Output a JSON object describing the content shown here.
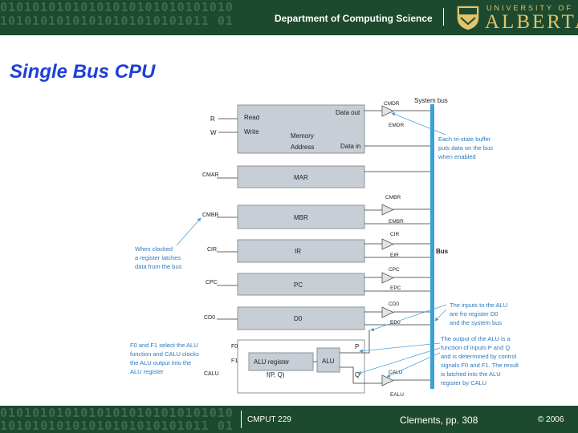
{
  "header": {
    "binary_top": "01010101010101010101010101010",
    "binary_bottom": "10101010101010101010101011 01",
    "department": "Department of Computing Science",
    "univ_line": "UNIVERSITY OF",
    "univ_name": "ALBERTA"
  },
  "slide": {
    "title": "Single Bus CPU"
  },
  "diagram": {
    "memory": {
      "read": "Read",
      "write": "Write",
      "name": "Memory",
      "address": "Address",
      "data_out": "Data out",
      "data_in": "Data in"
    },
    "signals": {
      "r": "R",
      "w": "W",
      "system_bus": "System bus",
      "bus": "Bus",
      "p": "P",
      "q": "Q",
      "f0": "F0",
      "f1": "F1"
    },
    "registers": {
      "mar": "MAR",
      "mbr": "MBR",
      "ir": "IR",
      "pc": "PC",
      "d0": "D0",
      "c_mar": "CMAR",
      "c_mbr": "CMBR",
      "c_ir": "CIR",
      "c_pc": "CPC",
      "c_d0": "CD0",
      "c_alu": "CALU"
    },
    "buffers": {
      "c_mdr": "CMDR",
      "e_mdr": "EMDR",
      "c_mbr2": "CMBR",
      "e_mbr": "EMBR",
      "c_ir2": "CIR",
      "e_ir": "EIR",
      "c_pc2": "CPC",
      "e_pc": "EPC",
      "c_d02": "CD0",
      "e_d0": "ED0",
      "c_alu2": "CALU",
      "e_alu": "EALU"
    },
    "alu": {
      "reg": "ALU register",
      "alu": "ALU",
      "func": "f(P, Q)"
    },
    "notes": {
      "tristate": [
        "Each tri-state buffer",
        "puts data on the bus",
        "when enabled"
      ],
      "clocked": [
        "When clocked",
        "a register latches",
        "data from the bus"
      ],
      "inputs": [
        "The inputs to the ALU",
        "are fro register D0",
        "and the system bus"
      ],
      "output": [
        "The output of the ALU is a",
        "function of inputs P and Q",
        "and is determined by control",
        "signals F0 and F1. The result",
        "is latched into the ALU",
        "register by CALU"
      ],
      "select": [
        "F0 and F1 select the ALU",
        "function and CALU clocks",
        "the ALU output into the",
        "ALU register"
      ]
    }
  },
  "footer": {
    "course": "CMPUT 229",
    "reference": "Clements, pp. 308",
    "copyright": "© 2006"
  }
}
